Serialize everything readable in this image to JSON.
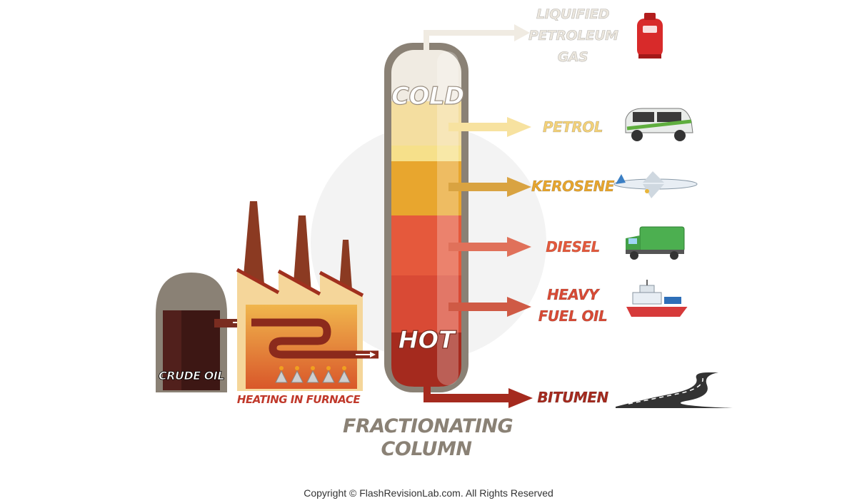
{
  "labels": {
    "cold": "COLD",
    "hot": "HOT",
    "crude_oil": "CRUDE OIL",
    "furnace": "HEATING IN FURNACE",
    "column_line1": "FRACTIONATING",
    "column_line2": "COLUMN"
  },
  "fractions": [
    {
      "line1": "LIQUIFIED",
      "line2": "PETROLEUM",
      "line3": "GAS",
      "color": "#f0ebe2",
      "icon": "gas-cylinder-icon"
    },
    {
      "line1": "PETROL",
      "line2": "",
      "line3": "",
      "color": "#f7d36a",
      "icon": "car-icon"
    },
    {
      "line1": "KEROSENE",
      "line2": "",
      "line3": "",
      "color": "#e8a62e",
      "icon": "airplane-icon"
    },
    {
      "line1": "DIESEL",
      "line2": "",
      "line3": "",
      "color": "#e5593c",
      "icon": "truck-icon"
    },
    {
      "line1": "HEAVY",
      "line2": "FUEL OIL",
      "line3": "",
      "color": "#d94a35",
      "icon": "ship-icon"
    },
    {
      "line1": "BITUMEN",
      "line2": "",
      "line3": "",
      "color": "#a52a1e",
      "icon": "road-icon"
    }
  ],
  "footer": {
    "copyright": "Copyright © FlashRevisionLab.com. All Rights Reserved"
  },
  "colors": {
    "column_frame": "#8a8175",
    "crude_tank": "#3d1714",
    "furnace_wall": "#f5d69a",
    "chimney": "#8b3a22"
  }
}
